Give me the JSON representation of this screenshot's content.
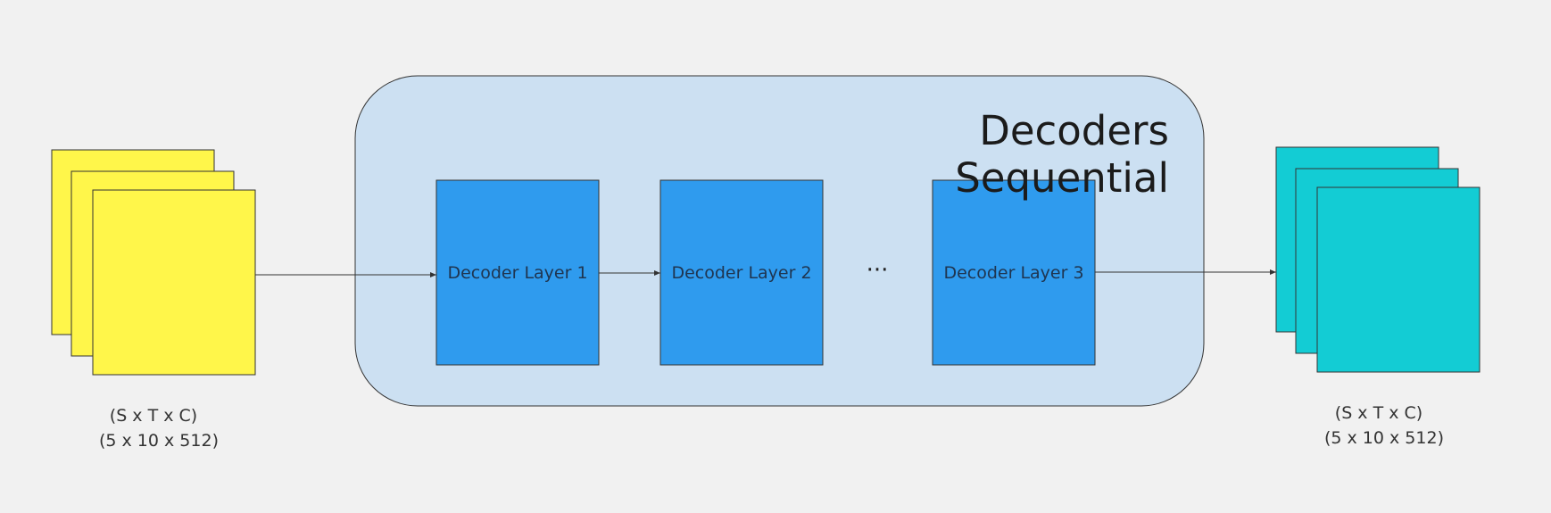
{
  "diagram": {
    "title": "Decoders Sequential",
    "input": {
      "shape_label": "(S x T x C)",
      "dims_label": "(5 x 10 x 512)",
      "color": "#fff64a"
    },
    "output": {
      "shape_label": "(S x T x C)",
      "dims_label": "(5 x 10 x 512)",
      "color": "#13ccd4"
    },
    "container_color": "#cce0f2",
    "layer_color": "#2f9bee",
    "layers": [
      {
        "label": "Decoder Layer 1"
      },
      {
        "label": "Decoder Layer 2"
      },
      {
        "label": "Decoder Layer 3"
      }
    ],
    "ellipsis": "···"
  }
}
